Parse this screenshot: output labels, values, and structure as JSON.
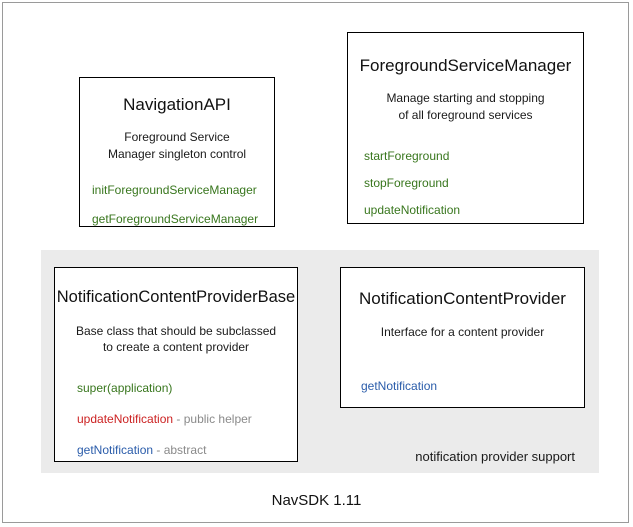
{
  "diagram": {
    "footer_label": "NavSDK 1.11",
    "group_panel": {
      "label": "notification provider support"
    },
    "colors": {
      "green": "#38761d",
      "red": "#cc2222",
      "blue": "#2a5caa",
      "note_gray": "#8a8a8a",
      "panel_gray": "#ebebeb",
      "box_border": "#000000",
      "frame_border": "#9a9a9a"
    },
    "boxes": [
      {
        "id": "navigation-api",
        "title": "NavigationAPI",
        "description_line1": "Foreground Service",
        "description_line2": "Manager singleton control",
        "members": [
          {
            "name": "initForegroundServiceManager",
            "color": "green",
            "note": ""
          },
          {
            "name": "getForegroundServiceManager",
            "color": "green",
            "note": ""
          }
        ]
      },
      {
        "id": "foreground-service-manager",
        "title": "ForegroundServiceManager",
        "description_line1": "Manage starting and stopping",
        "description_line2": "of all foreground services",
        "members": [
          {
            "name": "startForeground",
            "color": "green",
            "note": ""
          },
          {
            "name": "stopForeground",
            "color": "green",
            "note": ""
          },
          {
            "name": "updateNotification",
            "color": "green",
            "note": ""
          }
        ]
      },
      {
        "id": "notification-content-provider-base",
        "title": "NotificationContentProviderBase",
        "description_line1": "Base class that should be subclassed",
        "description_line2": "to create a content provider",
        "members": [
          {
            "name": "super(application)",
            "color": "green",
            "note": ""
          },
          {
            "name": "updateNotification",
            "color": "red",
            "note": " - public helper"
          },
          {
            "name": "getNotification",
            "color": "blue",
            "note": " - abstract"
          }
        ]
      },
      {
        "id": "notification-content-provider",
        "title": "NotificationContentProvider",
        "description_line1": "Interface for a content provider",
        "description_line2": "",
        "members": [
          {
            "name": "getNotification",
            "color": "blue",
            "note": ""
          }
        ]
      }
    ]
  }
}
